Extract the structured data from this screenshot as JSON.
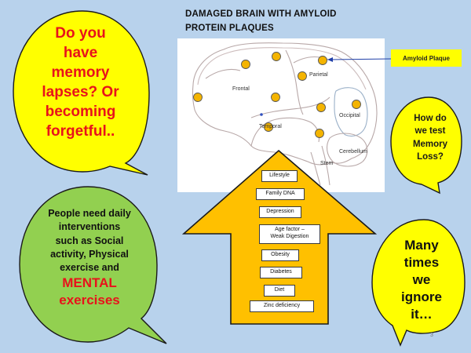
{
  "title_line1": "DAMAGED BRAIN WITH AMYLOID",
  "title_line2": "PROTEIN PLAQUES",
  "memory_bubble": {
    "lines": [
      "Do you",
      "have",
      "memory",
      "lapses? Or",
      "becoming",
      "forgetful.."
    ]
  },
  "test_bubble": {
    "lines": [
      "How do",
      "we test",
      "Memory",
      "Loss?"
    ]
  },
  "ignore_bubble": {
    "lines": [
      "Many",
      "times",
      "we",
      "ignore",
      "it…"
    ]
  },
  "daily_bubble": {
    "lines": [
      "People need daily",
      "interventions",
      "such as Social",
      "activity, Physical",
      "exercise and"
    ],
    "emphasis": [
      "MENTAL",
      "exercises"
    ]
  },
  "amyloid_label": "Amyloid Plaque",
  "brain_regions": {
    "frontal": "Frontal",
    "parietal": "Parietal",
    "occipital": "Occipital",
    "temporal": "Temporal",
    "cerebellum": "Cerebellum",
    "stem": "Stem"
  },
  "factors": [
    {
      "label": "Lifestyle"
    },
    {
      "label": "Family DNA"
    },
    {
      "label": "Depression"
    },
    {
      "label": "Age factor –",
      "label2": "Weak Digestion"
    },
    {
      "label": "Obesity"
    },
    {
      "label": "Diabetes"
    },
    {
      "label": "Diet"
    },
    {
      "label": "Zinc deficiency"
    }
  ],
  "page_number": "3",
  "colors": {
    "background": "#b8d2ec",
    "yellow_bubble": "#ffff00",
    "green_bubble": "#92d050",
    "arrow": "#ffc000",
    "accent_red": "#e8121b"
  }
}
